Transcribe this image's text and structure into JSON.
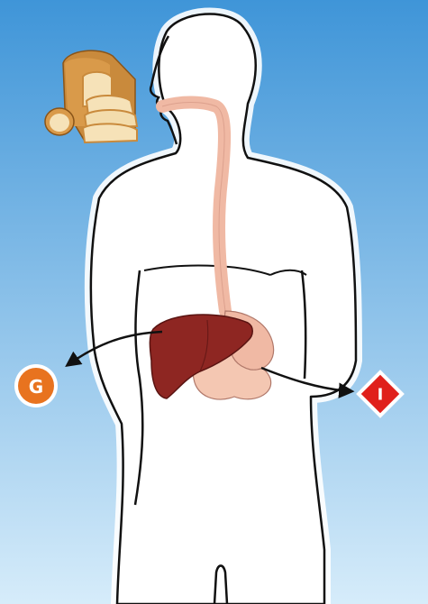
{
  "diagram": {
    "background": {
      "top": "#3f95d8",
      "bottom": "#d6ecfa"
    },
    "body": {
      "fill": "#ffffff",
      "outline": "#111111",
      "glow": "#ffffff"
    },
    "food": {
      "name": "bread-loaf-icon",
      "crust": "#c98a3c",
      "crumb": "#f6e2b8"
    },
    "digestive_tract": {
      "esophagus": "#f0b9a4",
      "stomach": "#f0b9a4",
      "intestine": "#f4c7b2",
      "liver": "#8e2622",
      "liver_edge": "#5a1412"
    },
    "outputs": [
      {
        "id": "G",
        "label": "G",
        "shape": "circle",
        "color": "#e8731f"
      },
      {
        "id": "I",
        "label": "I",
        "shape": "diamond",
        "color": "#e0201b"
      }
    ]
  }
}
